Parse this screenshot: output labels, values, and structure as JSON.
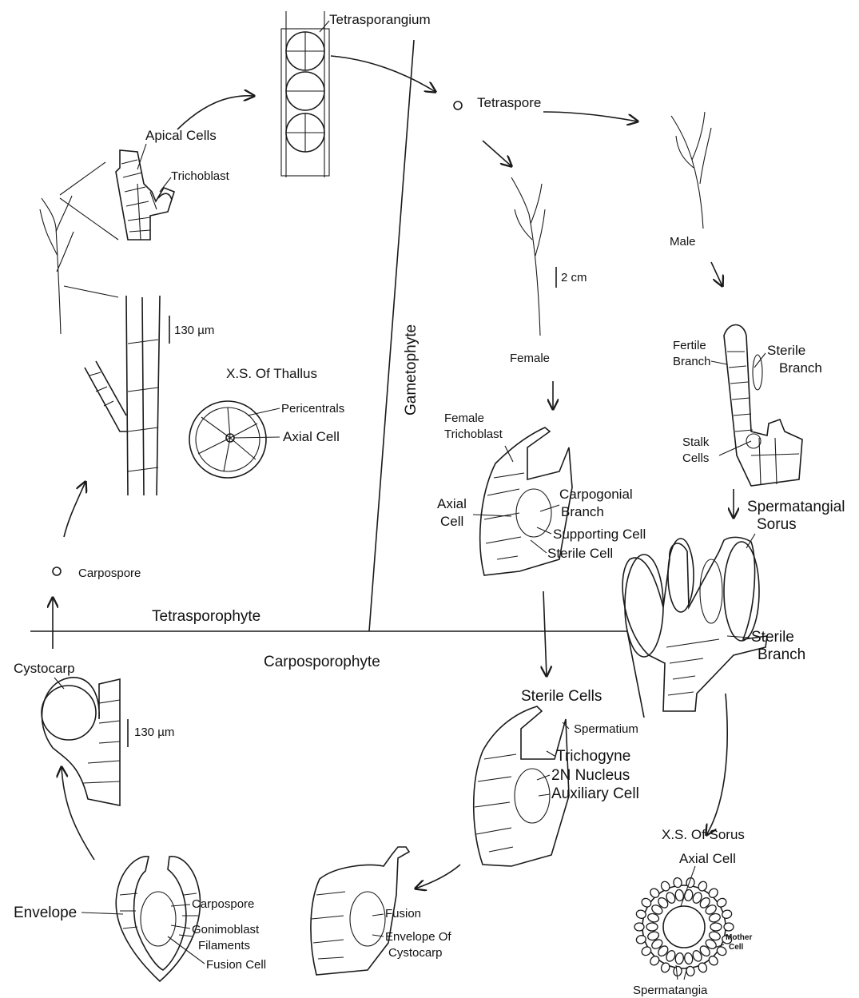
{
  "sections": {
    "tetrasporophyte": "Tetrasporophyte",
    "gametophyte": "Gametophyte",
    "carposporophyte": "Carposporophyte"
  },
  "labels": {
    "tetrasporangium": "Tetrasporangium",
    "tetraspore": "Tetraspore",
    "apical_cells": "Apical Cells",
    "trichoblast": "Trichoblast",
    "scale_130_top": "130 µm",
    "xs_thallus": "X.S. Of Thallus",
    "pericentrals": "Pericentrals",
    "axial_cell_thallus": "Axial Cell",
    "carpospore_stage": "Carpospore",
    "male": "Male",
    "female": "Female",
    "scale_2cm": "2 cm",
    "fertile_branch": "Fertile\nBranch",
    "sterile_branch_top": "Sterile\nBranch",
    "stalk_cells": "Stalk\nCells",
    "female_trichoblast": "Female\nTrichoblast",
    "axial_cell_female": "Axial\nCell",
    "carpogonial_branch": "Carpogonial\nBranch",
    "supporting_cell": "Supporting Cell",
    "sterile_cell": "Sterile Cell",
    "spermatangial_sorus": "Spermatangial\nSorus",
    "sterile_branch_bottom": "Sterile\nBranch",
    "cystocarp": "Cystocarp",
    "scale_130_bottom": "130 µm",
    "sterile_cells": "Sterile Cells",
    "spermatium": "Spermatium",
    "trichogyne": "Trichogyne",
    "nucleus_2n": "2N Nucleus",
    "auxiliary_cell": "Auxiliary Cell",
    "xs_sorus": "X.S. Of Sorus",
    "axial_cell_sorus": "Axial Cell",
    "mother_cell": "Mother\nCell",
    "spermatangia": "Spermatangia",
    "envelope": "Envelope",
    "carpospore_cystocarp": "Carpospore",
    "gonimoblast_filaments": "Gonimoblast\nFilaments",
    "fusion_cell": "Fusion Cell",
    "fusion": "Fusion",
    "envelope_of_cystocarp": "Envelope Of\nCystocarp"
  }
}
